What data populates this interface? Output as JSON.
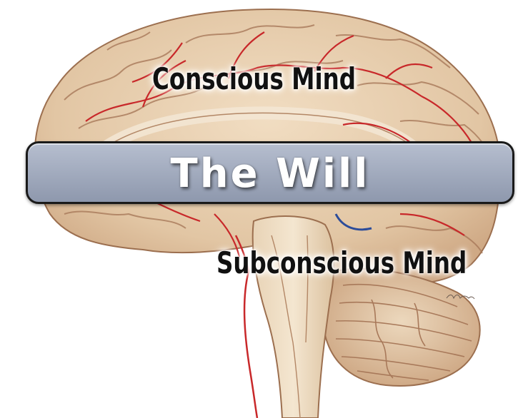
{
  "labels": {
    "top": "Conscious Mind",
    "middle": "The Will",
    "bottom": "Subconscious Mind"
  },
  "colors": {
    "brain_tissue": "#e2c8a8",
    "gyri_outline": "#a8795a",
    "arteries": "#c8282a",
    "veins": "#2c4c9a",
    "will_bar": "#a7afc1"
  },
  "illustration": "brain-sagittal-section"
}
